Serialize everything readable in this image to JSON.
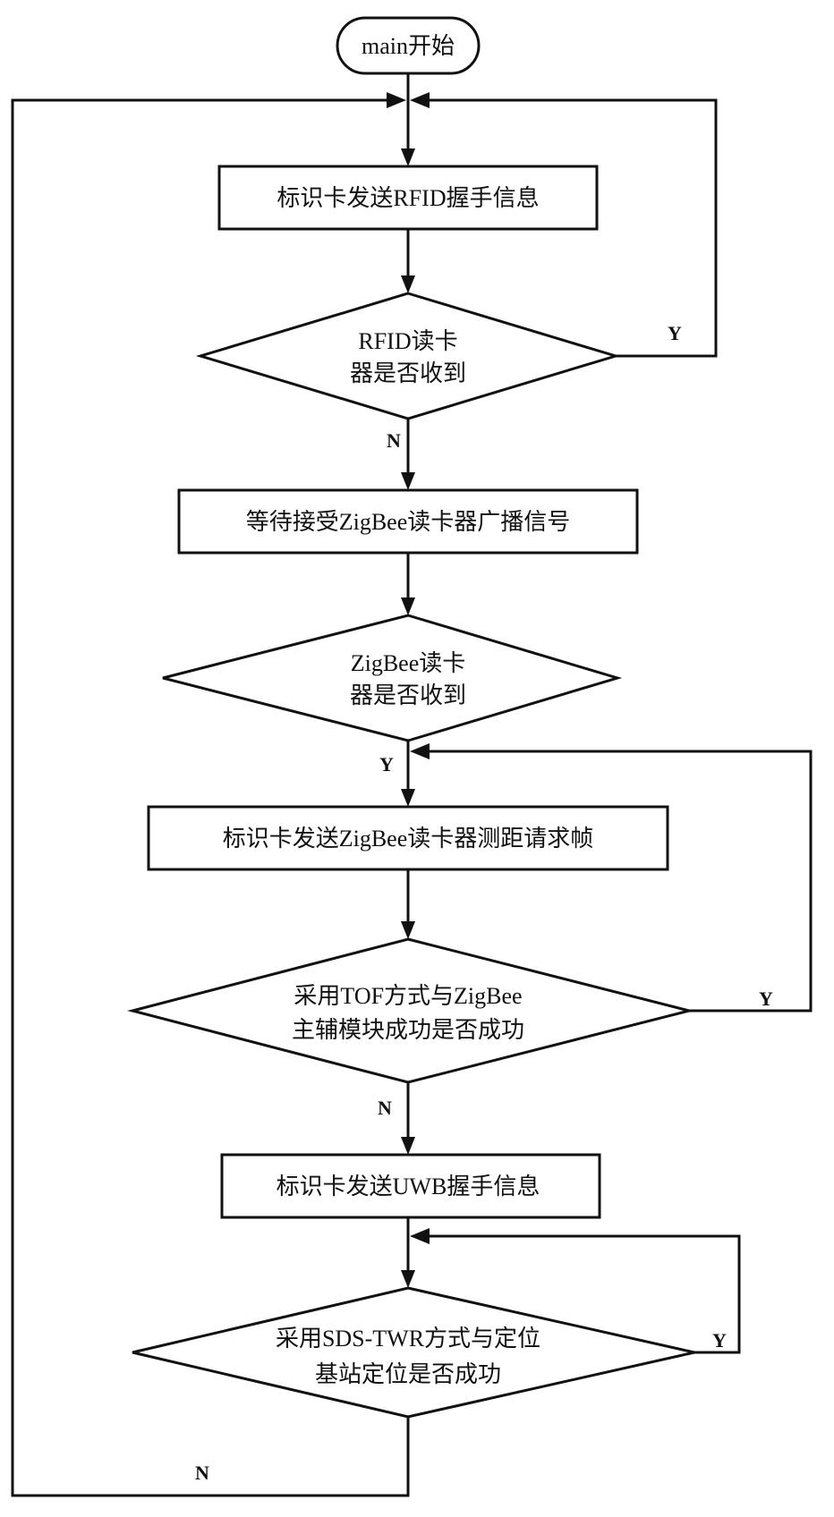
{
  "start": "main开始",
  "nodes": {
    "send_rfid": "标识卡发送RFID握手信息",
    "rfid_decision": [
      "RFID读卡",
      "器是否收到"
    ],
    "wait_zigbee": "等待接受ZigBee读卡器广播信号",
    "zigbee_decision": [
      "ZigBee读卡",
      "器是否收到"
    ],
    "send_range": "标识卡发送ZigBee读卡器测距请求帧",
    "tof_decision": [
      "采用TOF方式与ZigBee",
      "主辅模块成功是否成功"
    ],
    "send_uwb": "标识卡发送UWB握手信息",
    "sds_decision": [
      "采用SDS-TWR方式与定位",
      "基站定位是否成功"
    ]
  },
  "labels": {
    "yes": "Y",
    "no": "N"
  }
}
